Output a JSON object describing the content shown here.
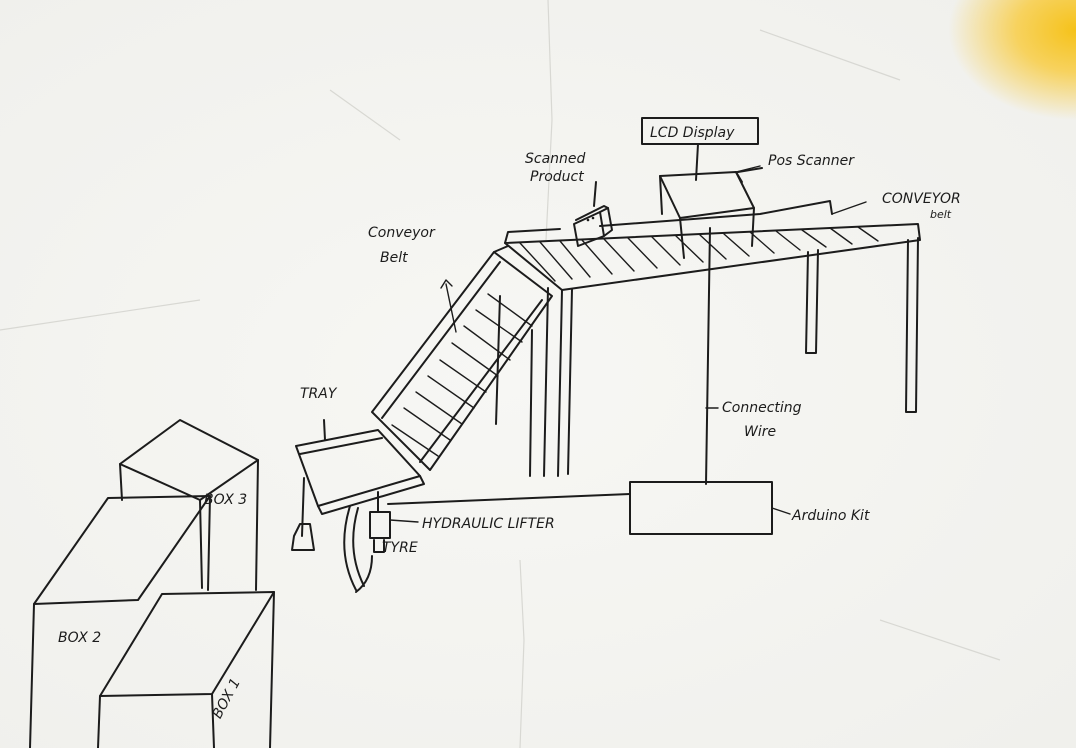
{
  "labels": {
    "lcd_display": "LCD Display",
    "scanned_product_1": "Scanned",
    "scanned_product_2": "Product",
    "pos_scanner": "Pos Scanner",
    "conveyor_belt_top_1": "CONVEYOR",
    "conveyor_belt_top_2": "belt",
    "conveyor_belt_ramp_1": "Conveyor",
    "conveyor_belt_ramp_2": "Belt",
    "tray": "TRAY",
    "connecting_wire_1": "Connecting",
    "connecting_wire_2": "Wire",
    "arduino_kit": "Arduino Kit",
    "hydraulic_lifter": "HYDRAULIC LIFTER",
    "tyre": "TYRE",
    "box1": "BOX 1",
    "box2": "BOX 2",
    "box3": "BOX 3"
  },
  "colors": {
    "ink": "#1c1c1c",
    "paper": "#f4f4f1",
    "stain": "#f5c21a"
  }
}
